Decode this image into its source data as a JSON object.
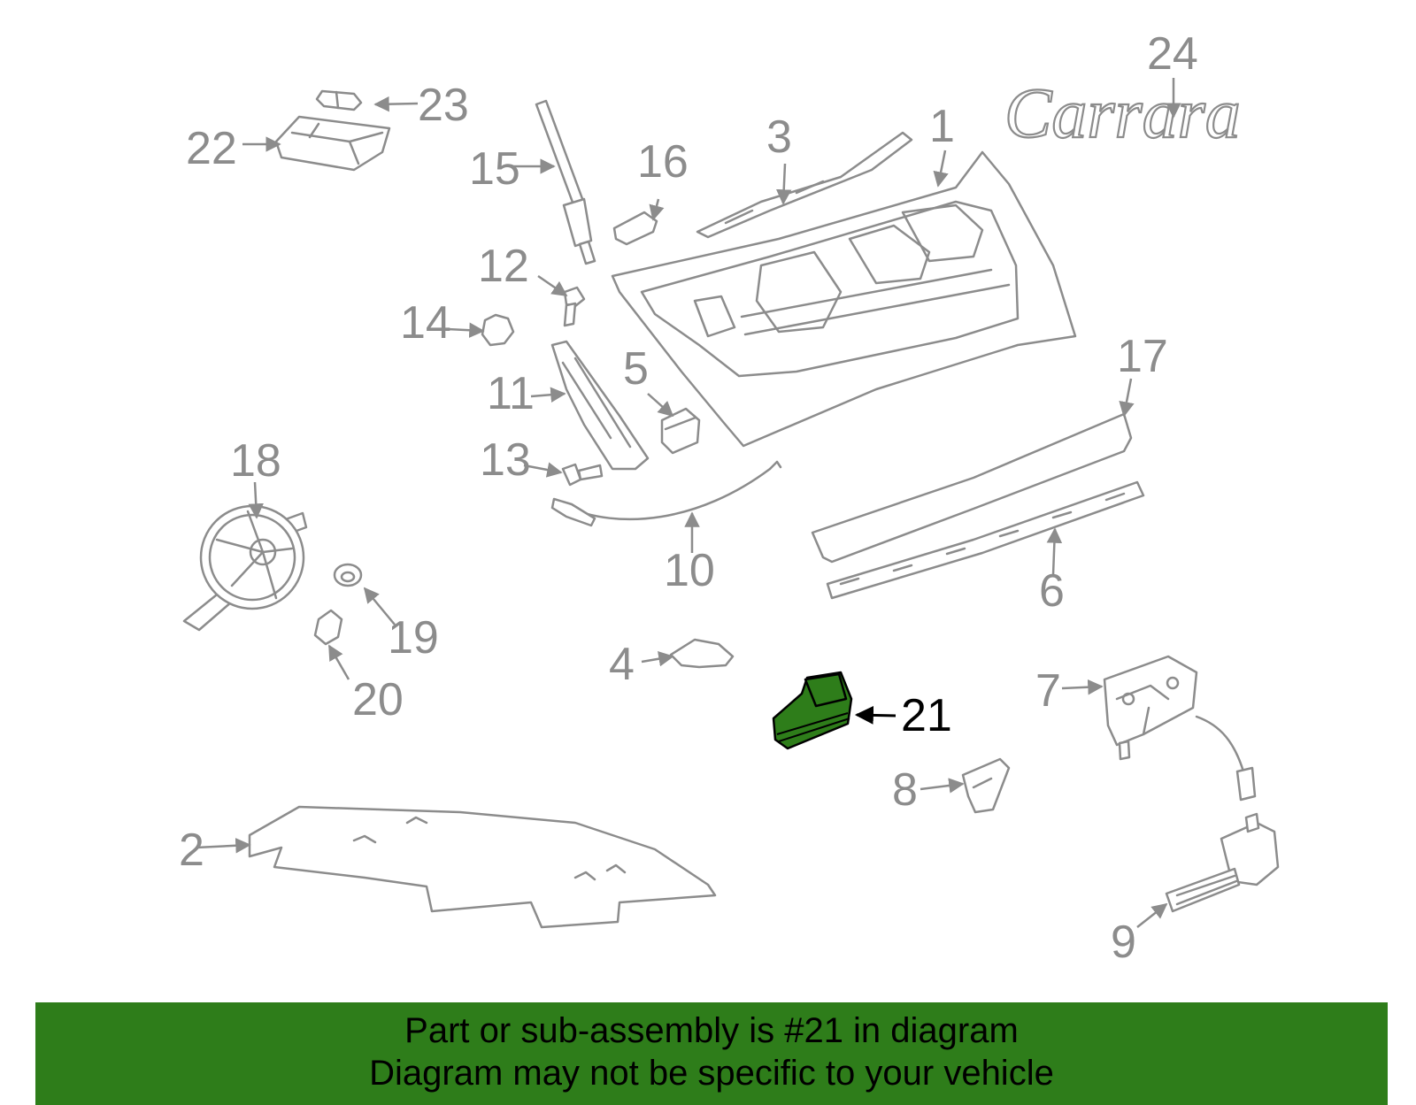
{
  "diagram": {
    "logo_text": "Carrara",
    "highlight_color": "#2e7d1a",
    "line_color": "#8c8c8c",
    "callouts": [
      {
        "id": "1",
        "label": "1"
      },
      {
        "id": "2",
        "label": "2"
      },
      {
        "id": "3",
        "label": "3"
      },
      {
        "id": "4",
        "label": "4"
      },
      {
        "id": "5",
        "label": "5"
      },
      {
        "id": "6",
        "label": "6"
      },
      {
        "id": "7",
        "label": "7"
      },
      {
        "id": "8",
        "label": "8"
      },
      {
        "id": "9",
        "label": "9"
      },
      {
        "id": "10",
        "label": "10"
      },
      {
        "id": "11",
        "label": "11"
      },
      {
        "id": "12",
        "label": "12"
      },
      {
        "id": "13",
        "label": "13"
      },
      {
        "id": "14",
        "label": "14"
      },
      {
        "id": "15",
        "label": "15"
      },
      {
        "id": "16",
        "label": "16"
      },
      {
        "id": "17",
        "label": "17"
      },
      {
        "id": "18",
        "label": "18"
      },
      {
        "id": "19",
        "label": "19"
      },
      {
        "id": "20",
        "label": "20"
      },
      {
        "id": "21",
        "label": "21",
        "highlighted": true
      },
      {
        "id": "22",
        "label": "22"
      },
      {
        "id": "23",
        "label": "23"
      },
      {
        "id": "24",
        "label": "24"
      }
    ]
  },
  "footer": {
    "line1": "Part or sub-assembly is #21 in diagram",
    "line2": "Diagram may not be specific to your vehicle",
    "background_color": "#2e7d1a"
  }
}
